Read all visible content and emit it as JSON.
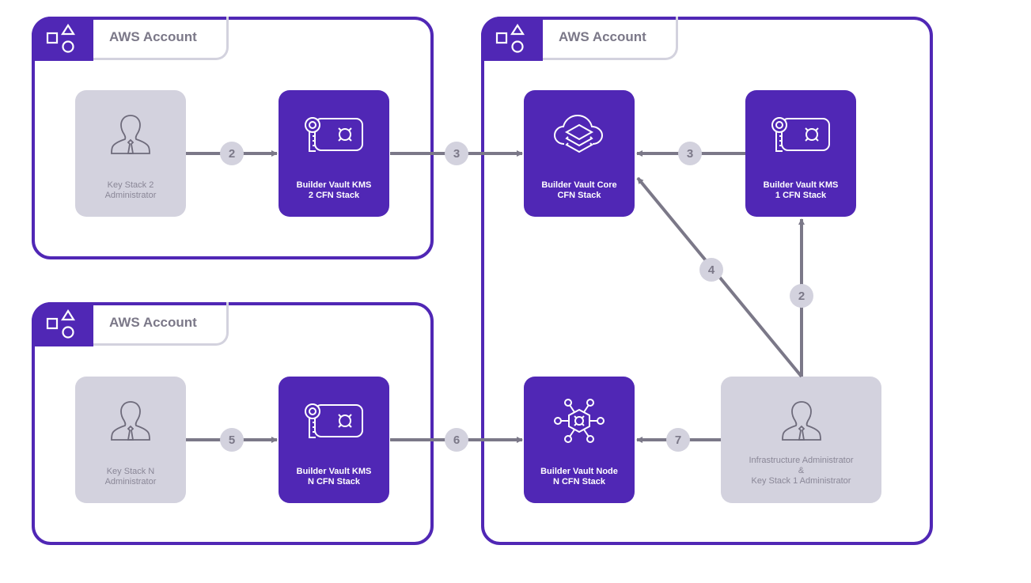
{
  "colors": {
    "brand": "#5027b5",
    "grey_node": "#d3d2de",
    "arrow": "#7b7888",
    "text_grey": "#7b7888"
  },
  "accounts": [
    {
      "label": "AWS Account",
      "icon": "shapes-icon"
    },
    {
      "label": "AWS Account",
      "icon": "shapes-icon"
    },
    {
      "label": "AWS Account",
      "icon": "shapes-icon"
    }
  ],
  "nodes": {
    "key_stack_2_admin": {
      "label": "Key Stack 2\nAdministrator",
      "icon": "user-icon"
    },
    "kms_2": {
      "label": "Builder Vault KMS\n2 CFN Stack",
      "icon": "key-vault-icon"
    },
    "key_stack_n_admin": {
      "label": "Key Stack N\nAdministrator",
      "icon": "user-icon"
    },
    "kms_n": {
      "label": "Builder Vault KMS\nN CFN Stack",
      "icon": "key-vault-icon"
    },
    "core": {
      "label": "Builder Vault Core\nCFN Stack",
      "icon": "cloud-layers-icon"
    },
    "kms_1": {
      "label": "Builder Vault KMS\n1 CFN Stack",
      "icon": "key-vault-icon"
    },
    "node_n": {
      "label": "Builder Vault Node\nN CFN Stack",
      "icon": "network-hub-icon"
    },
    "infra_admin": {
      "label": "Infrastructure Administrator\n&\nKey Stack 1 Administrator",
      "icon": "user-icon"
    }
  },
  "edges": [
    {
      "from": "key_stack_2_admin",
      "to": "kms_2",
      "step": "2"
    },
    {
      "from": "kms_2",
      "to": "core",
      "step": "3"
    },
    {
      "from": "kms_1",
      "to": "core",
      "step": "3"
    },
    {
      "from": "infra_admin",
      "to": "core",
      "step": "4"
    },
    {
      "from": "infra_admin",
      "to": "kms_1",
      "step": "2"
    },
    {
      "from": "key_stack_n_admin",
      "to": "kms_n",
      "step": "5"
    },
    {
      "from": "kms_n",
      "to": "node_n",
      "step": "6"
    },
    {
      "from": "infra_admin",
      "to": "node_n",
      "step": "7"
    }
  ]
}
